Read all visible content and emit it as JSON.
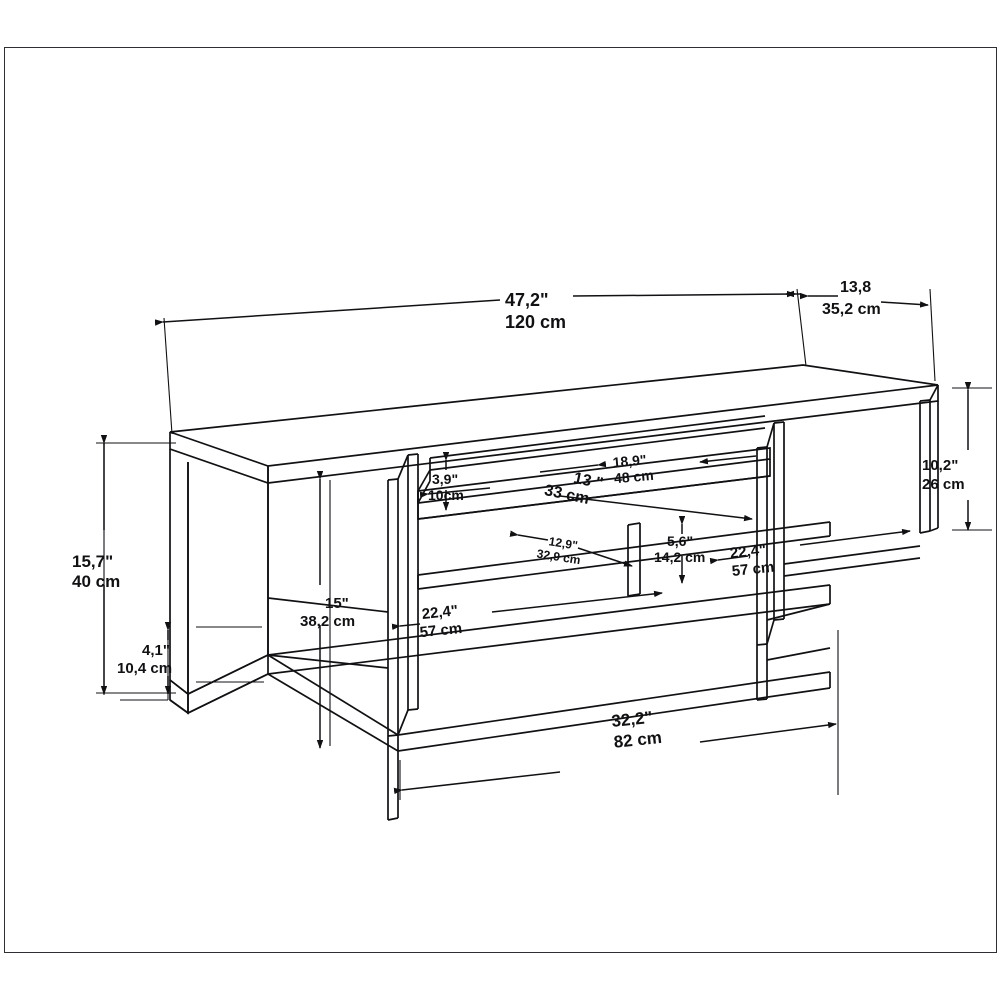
{
  "document": {
    "type": "technical-dimension-drawing",
    "subject": "TV stand / media console isometric line drawing",
    "frame_color": "#2f2f33",
    "line_color": "#111114",
    "background_color": "#ffffff"
  },
  "dimensions": {
    "overall_width": {
      "imperial": "47,2\"",
      "metric": "120 cm"
    },
    "overall_depth": {
      "imperial": "13,8",
      "metric": "35,2 cm"
    },
    "overall_height": {
      "imperial": "15,7\"",
      "metric": "40 cm"
    },
    "leg_height": {
      "imperial": "4,1\"",
      "metric": "10,4 cm"
    },
    "right_compartment_height": {
      "imperial": "10,2\"",
      "metric": "26 cm"
    },
    "body_height_clear": {
      "imperial": "15\"",
      "metric": "38,2 cm"
    },
    "lower_shelf_width": {
      "imperial": "22,4\"",
      "metric": "57 cm"
    },
    "right_shelf_width": {
      "imperial": "22,4\"",
      "metric": "57 cm"
    },
    "upper_niche_width": {
      "imperial": "18,9\"",
      "metric": "48 cm"
    },
    "middle_niche_width": {
      "imperial": "13 \"",
      "metric": "33 cm"
    },
    "top_gap_height": {
      "imperial": "3,9\"",
      "metric": "10cm"
    },
    "lower_niche_width": {
      "imperial": "12,9\"",
      "metric": "32,9 cm"
    },
    "lower_niche_height": {
      "imperial": "5,6\"",
      "metric": "14,2 cm"
    },
    "base_frame_width": {
      "imperial": "32,2\"",
      "metric": "82 cm"
    }
  },
  "labels": [
    {
      "id": "overall-width",
      "imperial": "47,2\"",
      "metric": "120 cm"
    },
    {
      "id": "overall-depth",
      "imperial": "13,8",
      "metric": "35,2 cm"
    },
    {
      "id": "overall-height",
      "imperial": "15,7\"",
      "metric": "40 cm"
    },
    {
      "id": "leg-height",
      "imperial": "4,1\"",
      "metric": "10,4 cm"
    },
    {
      "id": "right-height",
      "imperial": "10,2\"",
      "metric": "26 cm"
    },
    {
      "id": "body-height",
      "imperial": "15\"",
      "metric": "38,2 cm"
    },
    {
      "id": "lower-shelf",
      "imperial": "22,4\"",
      "metric": "57 cm"
    },
    {
      "id": "right-shelf",
      "imperial": "22,4\"",
      "metric": "57 cm"
    },
    {
      "id": "upper-niche",
      "imperial": "18,9\"",
      "metric": "48 cm"
    },
    {
      "id": "middle-niche",
      "imperial": "13 \"",
      "metric": "33 cm"
    },
    {
      "id": "top-gap",
      "imperial": "3,9\"",
      "metric": "10cm"
    },
    {
      "id": "lower-niche-w",
      "imperial": "12,9\"",
      "metric": "32,9 cm"
    },
    {
      "id": "lower-niche-h",
      "imperial": "5,6\"",
      "metric": "14,2 cm"
    },
    {
      "id": "base-frame",
      "imperial": "32,2\"",
      "metric": "82 cm"
    }
  ]
}
